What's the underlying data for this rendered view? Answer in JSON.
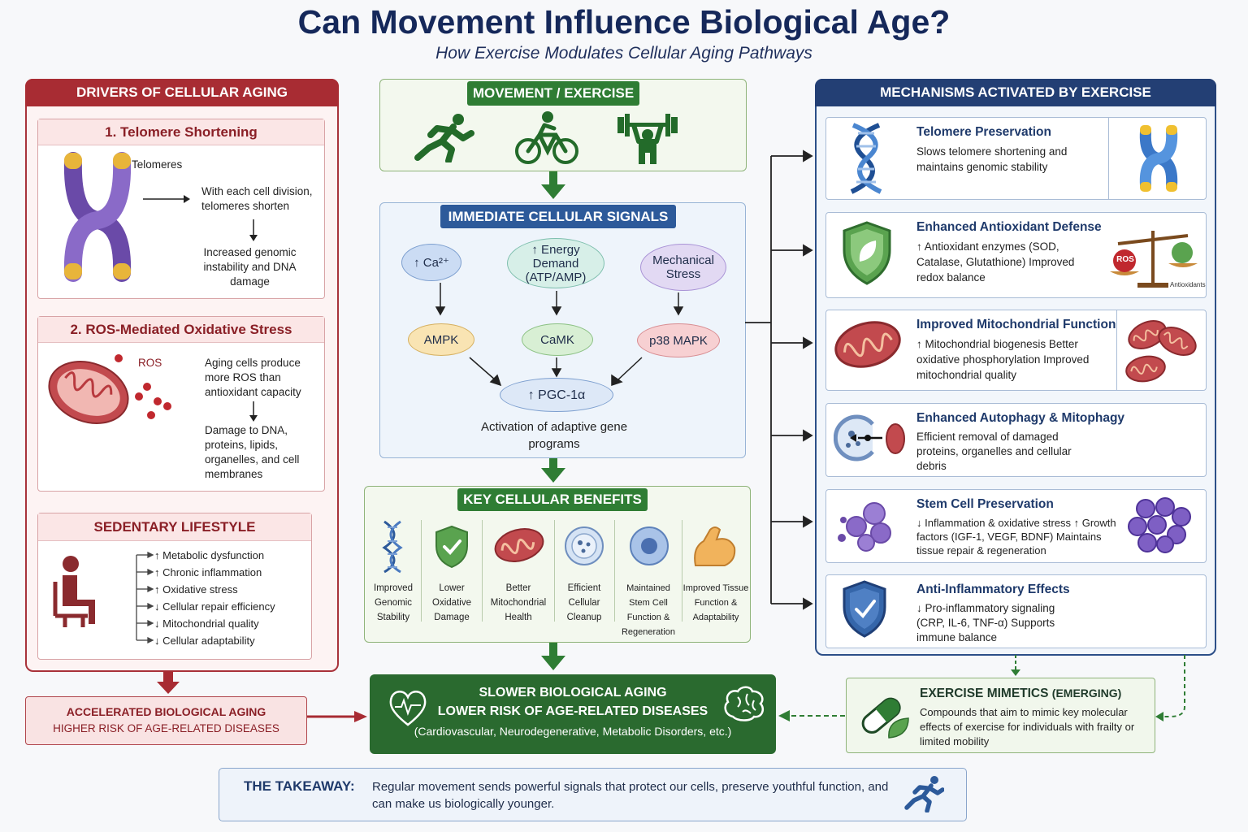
{
  "title": "Can Movement Influence Biological Age?",
  "subtitle": "How Exercise Modulates Cellular Aging Pathways",
  "left": {
    "header": "DRIVERS OF CELLULAR AGING",
    "telomere": {
      "title": "1. Telomere Shortening",
      "label": "Telomeres",
      "step1": "With each cell division, telomeres shorten",
      "step2": "Increased genomic instability and DNA damage"
    },
    "ros": {
      "title": "2. ROS-Mediated Oxidative Stress",
      "label": "ROS",
      "step1": "Aging cells produce more ROS than antioxidant capacity",
      "step2": "Damage to DNA, proteins, lipids, organelles, and cell membranes"
    },
    "sedentary": {
      "title": "SEDENTARY LIFESTYLE",
      "items": [
        "↑ Metabolic dysfunction",
        "↑ Chronic inflammation",
        "↑ Oxidative stress",
        "↓ Cellular repair efficiency",
        "↓ Mitochondrial quality",
        "↓ Cellular adaptability"
      ]
    }
  },
  "center": {
    "movement_header": "MOVEMENT / EXERCISE",
    "signals_header": "IMMEDIATE CELLULAR SIGNALS",
    "ca": "↑ Ca²⁺",
    "energy": "↑ Energy Demand (ATP/AMP)",
    "mech_stress": "Mechanical Stress",
    "ampk": "AMPK",
    "camk": "CaMK",
    "p38": "p38 MAPK",
    "pgc": "↑ PGC-1α",
    "activation": "Activation of adaptive gene programs",
    "benefits_header": "KEY CELLULAR BENEFITS",
    "benefits": [
      "Improved Genomic Stability",
      "Lower Oxidative Damage",
      "Better Mitochondrial Health",
      "Efficient Cellular Cleanup",
      "Maintained Stem Cell Function & Regeneration",
      "Improved Tissue Function & Adaptability"
    ]
  },
  "right": {
    "header": "MECHANISMS ACTIVATED BY EXERCISE",
    "mechanisms": [
      {
        "title": "Telomere Preservation",
        "desc": "Slows telomere shortening and maintains genomic stability"
      },
      {
        "title": "Enhanced Antioxidant Defense",
        "desc": "↑ Antioxidant enzymes (SOD, Catalase, Glutathione) Improved redox balance"
      },
      {
        "title": "Improved Mitochondrial Function",
        "desc": "↑ Mitochondrial biogenesis Better oxidative phosphorylation Improved mitochondrial quality"
      },
      {
        "title": "Enhanced Autophagy & Mitophagy",
        "desc": "Efficient removal of damaged proteins, organelles and cellular debris"
      },
      {
        "title": "Stem Cell Preservation",
        "desc": "↓ Inflammation & oxidative stress ↑ Growth factors (IGF-1, VEGF, BDNF) Maintains tissue repair & regeneration"
      },
      {
        "title": "Anti-Inflammatory Effects",
        "desc": "↓ Pro-inflammatory signaling (CRP, IL-6, TNF-α) Supports immune balance"
      }
    ],
    "ros_label": "ROS",
    "antioxidants_label": "Antioxidants"
  },
  "bottom": {
    "accel_line1": "ACCELERATED BIOLOGICAL AGING",
    "accel_line2": "HIGHER RISK OF AGE-RELATED DISEASES",
    "slower_line1": "SLOWER BIOLOGICAL AGING",
    "slower_line2": "LOWER RISK OF AGE-RELATED DISEASES",
    "slower_line3": "(Cardiovascular, Neurodegenerative, Metabolic Disorders, etc.)",
    "mimetics_title": "EXERCISE MIMETICS",
    "mimetics_tag": "(EMERGING)",
    "mimetics_desc": "Compounds that aim to mimic key molecular effects of exercise for individuals with frailty or limited mobility",
    "takeaway_label": "THE TAKEAWAY:",
    "takeaway_text": "Regular movement sends powerful signals that protect our cells, preserve youthful function, and can make us biologically younger."
  },
  "colors": {
    "red": "#a82c33",
    "green": "#2f7d34",
    "navy": "#233f74",
    "blue": "#2d5a9a"
  }
}
